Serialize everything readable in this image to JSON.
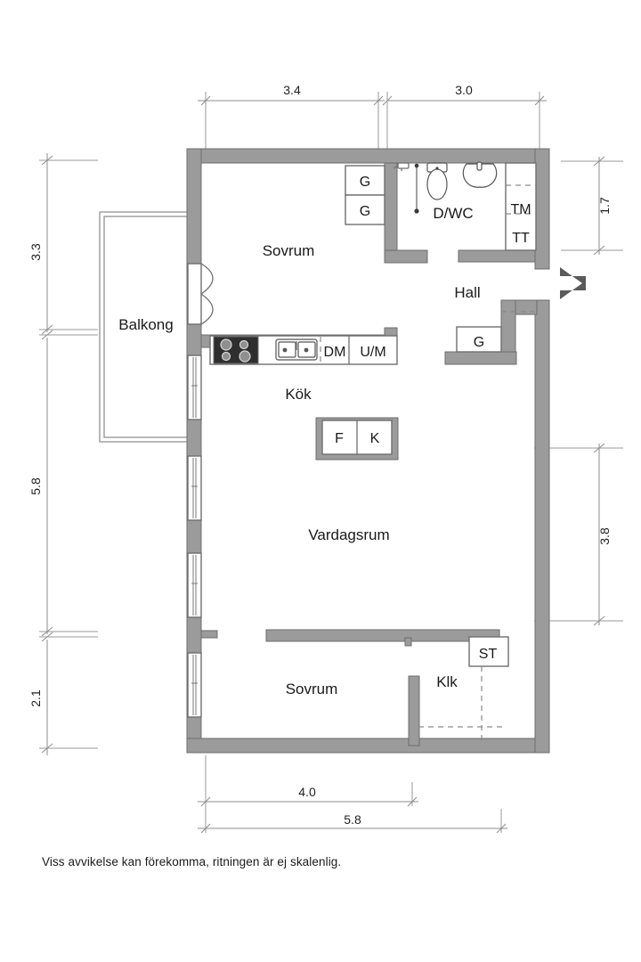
{
  "document": {
    "type": "floor-plan",
    "language": "sv",
    "footnote": "Viss avvikelse kan förekomma, ritningen är ej skalenlig."
  },
  "rooms": [
    {
      "id": "sovrum-top",
      "label": "Sovrum"
    },
    {
      "id": "balkong",
      "label": "Balkong"
    },
    {
      "id": "kok",
      "label": "Kök"
    },
    {
      "id": "vardagsrum",
      "label": "Vardagsrum"
    },
    {
      "id": "sovrum-bottom",
      "label": "Sovrum"
    },
    {
      "id": "hall",
      "label": "Hall"
    },
    {
      "id": "dwc",
      "label": "D/WC"
    },
    {
      "id": "klk",
      "label": "Klk"
    }
  ],
  "fixtures": [
    {
      "id": "wardrobe-bed-upper",
      "label": "G",
      "name": "wardrobe"
    },
    {
      "id": "wardrobe-bed-lower",
      "label": "G",
      "name": "wardrobe"
    },
    {
      "id": "wardrobe-hall",
      "label": "G",
      "name": "wardrobe"
    },
    {
      "id": "dishwasher",
      "label": "DM",
      "name": "dishwasher"
    },
    {
      "id": "oven-microwave",
      "label": "U/M",
      "name": "oven-microwave"
    },
    {
      "id": "freezer",
      "label": "F",
      "name": "freezer"
    },
    {
      "id": "fridge",
      "label": "K",
      "name": "fridge"
    },
    {
      "id": "washing-machine",
      "label": "TM",
      "name": "washing-machine"
    },
    {
      "id": "tumble-dryer",
      "label": "TT",
      "name": "tumble-dryer"
    },
    {
      "id": "cleaning-closet",
      "label": "ST",
      "name": "cleaning-closet"
    }
  ],
  "dimensions": {
    "top": [
      {
        "id": "top-left",
        "value": "3.4"
      },
      {
        "id": "top-right",
        "value": "3.0"
      }
    ],
    "left": [
      {
        "id": "left-upper",
        "value": "3.3"
      },
      {
        "id": "left-middle",
        "value": "5.8"
      },
      {
        "id": "left-lower",
        "value": "2.1"
      }
    ],
    "right": [
      {
        "id": "right-upper",
        "value": "1.7"
      },
      {
        "id": "right-lower",
        "value": "3.8"
      }
    ],
    "bottom": [
      {
        "id": "bottom-inner",
        "value": "4.0"
      },
      {
        "id": "bottom-outer",
        "value": "5.8"
      }
    ]
  },
  "colors": {
    "wall": "#9b9b9b",
    "wall_stroke": "#6e6e6e",
    "dimension_line": "#8d8d8d",
    "text": "#1a1a1a",
    "background": "#ffffff",
    "entry_arrow": "#5a5a5a"
  },
  "icons": [
    {
      "id": "entry-arrow",
      "name": "entrance-arrow-icon"
    },
    {
      "id": "toilet",
      "name": "toilet-icon"
    },
    {
      "id": "washbasin",
      "name": "washbasin-icon"
    },
    {
      "id": "shower",
      "name": "shower-icon"
    },
    {
      "id": "kitchen-sink",
      "name": "kitchen-sink-icon"
    },
    {
      "id": "stove",
      "name": "stove-hob-icon"
    },
    {
      "id": "door-swing",
      "name": "door-swing-icon"
    }
  ]
}
